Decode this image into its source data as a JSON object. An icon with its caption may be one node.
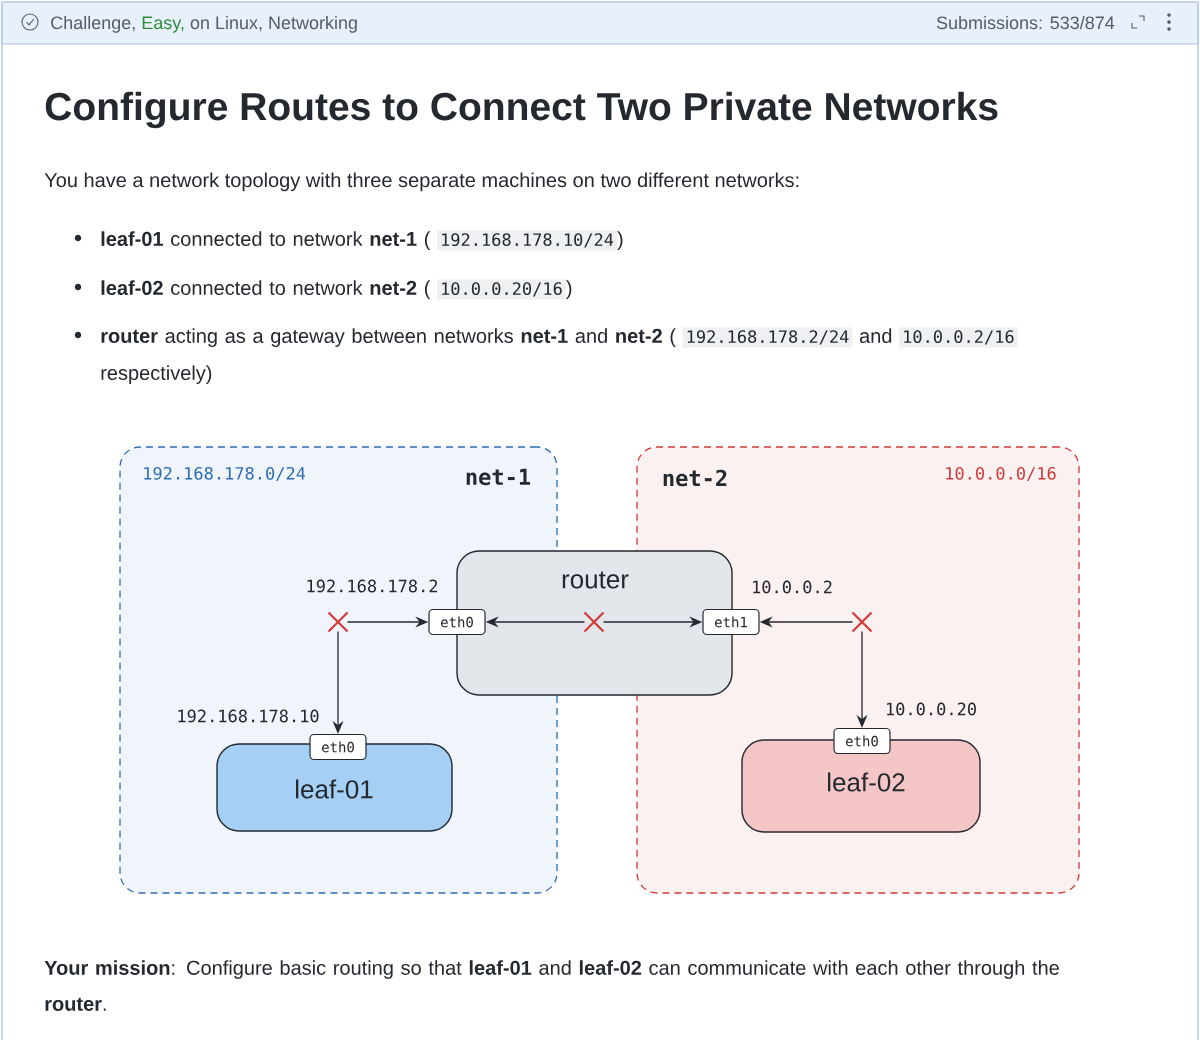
{
  "diagram": {
    "title": "Configure Routes to Connect Two Private Networks",
    "nodes": [
      {
        "text": [
          "192.168.178.0/24",
          "net-1"
        ]
      },
      {
        "text": [
          "net-2",
          "10.0.0.0/16"
        ]
      },
      {
        "text": [
          "router"
        ]
      },
      {
        "text": [
          "eth0"
        ],
        "in": 0,
        "beside": [
          "192.168.178.2"
        ]
      },
      {
        "text": [
          "eth1"
        ],
        "in": 1,
        "beside": [
          "10.0.0.2"
        ]
      },
      {
        "text": [
          "leaf-01"
        ],
        "in": 0
      },
      {
        "text": [
          "eth0"
        ],
        "in": 0,
        "beside": [
          "192.168.178.10"
        ]
      },
      {
        "text": [
          "leaf-02"
        ],
        "in": 1
      },
      {
        "text": [
          "eth0"
        ],
        "in": 1,
        "beside": [
          "10.0.0.20"
        ]
      },
      {
        "text": [],
        "shape": "cross",
        "in": 0
      },
      {
        "text": [],
        "shape": "cross",
        "in": 2
      },
      {
        "text": [],
        "shape": "cross",
        "in": 1
      }
    ],
    "edges": [
      {
        "from": 9,
        "to": 3,
        "arrow": "to"
      },
      {
        "from": 9,
        "to": 6,
        "arrow": "to"
      },
      {
        "from": 10,
        "to": 3,
        "arrow": "to"
      },
      {
        "from": 10,
        "to": 4,
        "arrow": "to"
      },
      {
        "from": 11,
        "to": 4,
        "arrow": "to"
      },
      {
        "from": 11,
        "to": 8,
        "arrow": "to"
      }
    ],
    "labels": [
      "Challenge,",
      "Easy,",
      "on Linux, Networking",
      "Submissions: 533/874",
      "You have a network topology with three separate machines on two different networks:",
      "**leaf-01** connected to network **net-1** (",
      "192.168.178.10/24",
      ")",
      "**leaf-02** connected to network **net-2** (",
      "10.0.0.20/16",
      ")",
      "**router** acting as a gateway between networks **net-1** and **net-2** (",
      "192.168.178.2/24",
      "and",
      "10.0.0.2/16",
      "respectively)",
      "**Your mission**: Configure basic routing so that **leaf-01** and **leaf-02** can communicate with each other through the **router**."
    ]
  }
}
